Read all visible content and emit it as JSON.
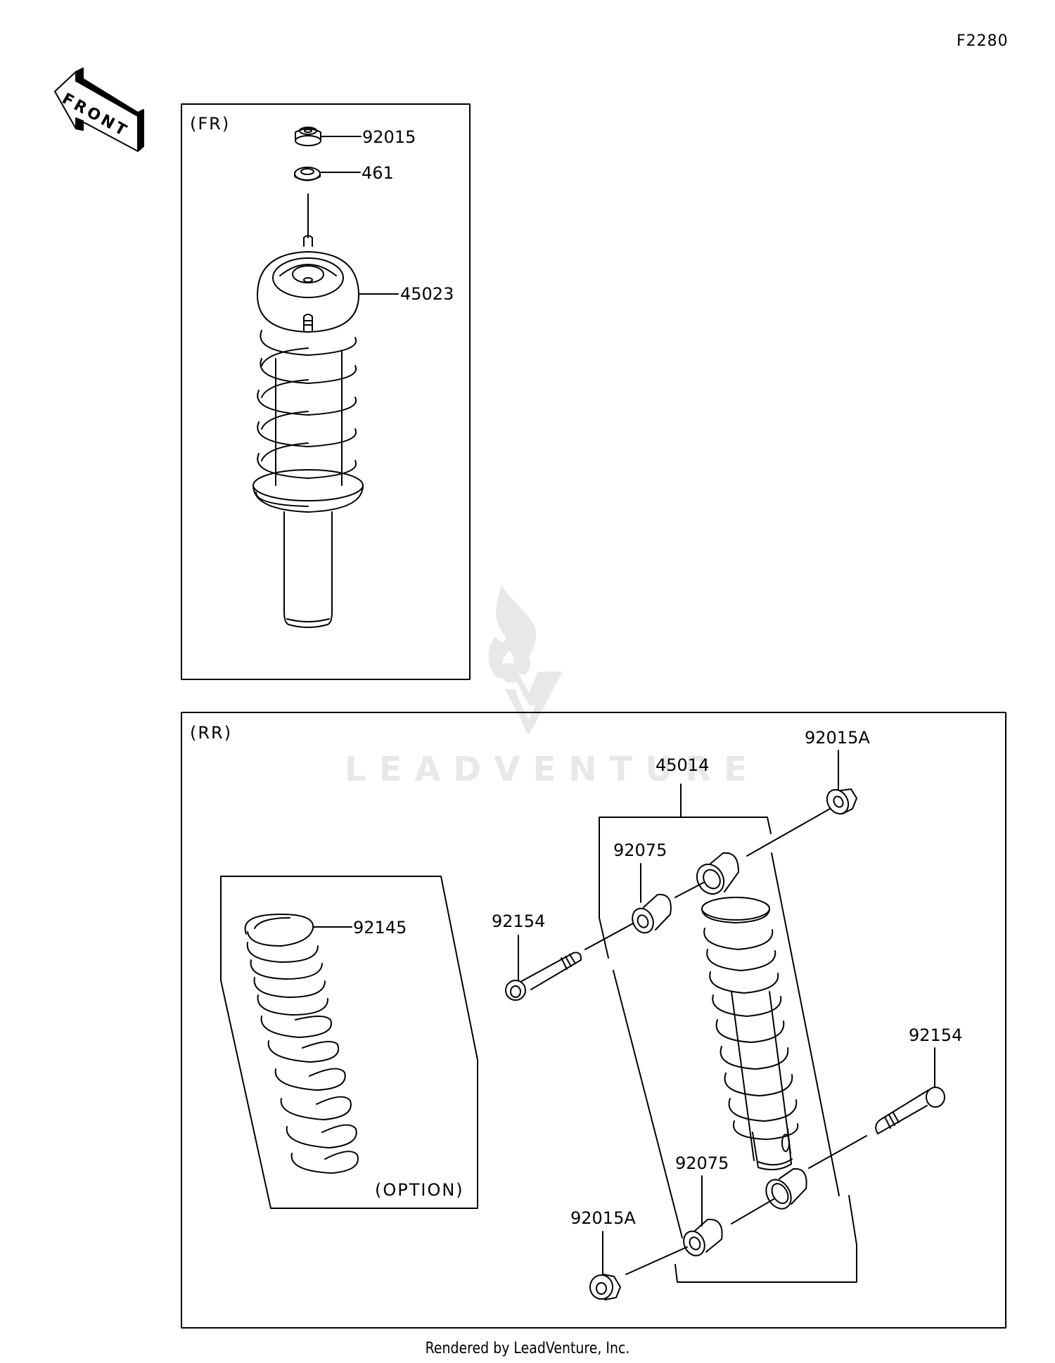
{
  "figure_id": "F2280",
  "front_arrow": {
    "label": "FRONT",
    "icon": "front-direction-arrow-icon"
  },
  "watermark": {
    "text": "LEADVENTURE",
    "icon": "torch-flame-logo-icon",
    "color": "#e8e8e8"
  },
  "sections": {
    "front": {
      "label": "(FR)",
      "parts": [
        {
          "number": "92015",
          "name": "nut"
        },
        {
          "number": "461",
          "name": "washer"
        },
        {
          "number": "45023",
          "name": "front shock absorber assembly"
        }
      ]
    },
    "rear": {
      "label": "(RR)",
      "group_number": "45014",
      "parts": [
        {
          "number": "92015A",
          "name": "upper nut"
        },
        {
          "number": "92075",
          "name": "upper bushing"
        },
        {
          "number": "92154",
          "name": "upper bolt"
        },
        {
          "number": "92154",
          "name": "lower bolt"
        },
        {
          "number": "92075",
          "name": "lower bushing"
        },
        {
          "number": "92015A",
          "name": "lower nut"
        }
      ],
      "option": {
        "label": "(OPTION)",
        "part": {
          "number": "92145",
          "name": "spring"
        }
      }
    }
  },
  "footer": "Rendered by LeadVenture, Inc.",
  "colors": {
    "line": "#000000",
    "background": "#ffffff",
    "watermark": "#e6e6e6"
  }
}
